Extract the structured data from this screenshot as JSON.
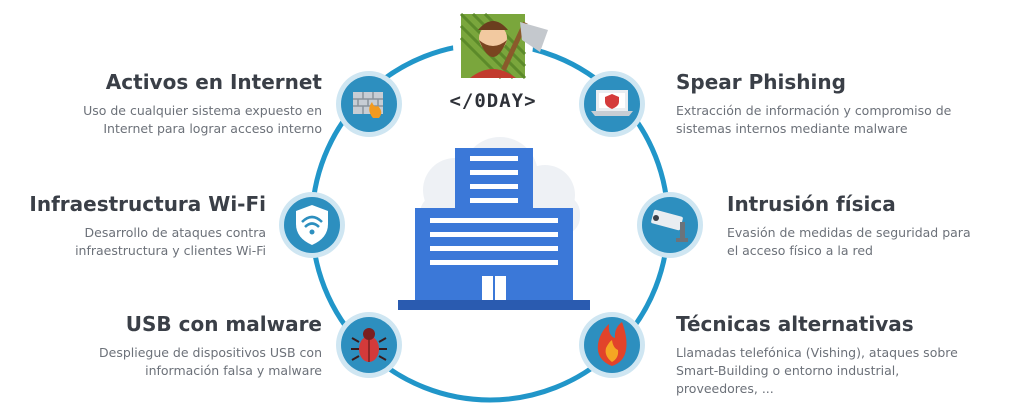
{
  "colors": {
    "ring": "#2196c9",
    "node_bg": "#2d8fbf",
    "node_border": "#cfe6f2",
    "building": "#3b78d8",
    "building_dark": "#2a5bb0",
    "heading": "#3a3f47",
    "body": "#6c7179"
  },
  "logo": {
    "text": "</0DAY>"
  },
  "nodes": [
    {
      "icon": "brick-wall-fire-icon"
    },
    {
      "icon": "shield-wifi-icon"
    },
    {
      "icon": "bug-icon"
    },
    {
      "icon": "laptop-shield-icon"
    },
    {
      "icon": "security-camera-icon"
    },
    {
      "icon": "flame-icon"
    }
  ],
  "left_items": [
    {
      "title": "Activos en Internet",
      "desc": "Uso de cualquier sistema expuesto en Internet para lograr acceso interno"
    },
    {
      "title": "Infraestructura Wi-Fi",
      "desc": "Desarrollo de ataques contra infraestructura y clientes Wi-Fi"
    },
    {
      "title": "USB con malware",
      "desc": "Despliegue de dispositivos USB con información falsa y malware"
    }
  ],
  "right_items": [
    {
      "title": "Spear Phishing",
      "desc": "Extracción de información y compromiso de sistemas internos mediante malware"
    },
    {
      "title": "Intrusión física",
      "desc": "Evasión de medidas de seguridad para el acceso físico a la red"
    },
    {
      "title": "Técnicas alternativas",
      "desc": "Llamadas telefónica (Vishing), ataques sobre Smart-Building o entorno industrial, proveedores, ..."
    }
  ]
}
